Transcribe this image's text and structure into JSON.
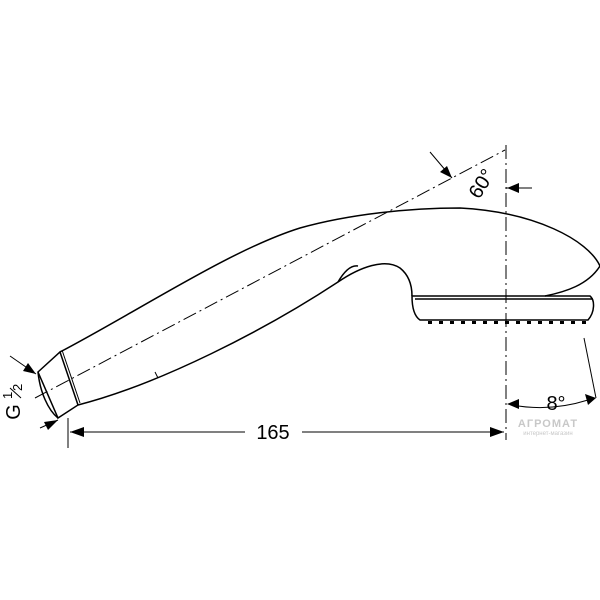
{
  "dimensions": {
    "length": "165",
    "spray_angle": "60°",
    "tilt_angle": "8°",
    "thread_letter": "G",
    "thread_num": "1",
    "thread_den": "2"
  },
  "watermark": {
    "brand": "АГРОМАТ",
    "tagline": "интернет-магазин"
  }
}
